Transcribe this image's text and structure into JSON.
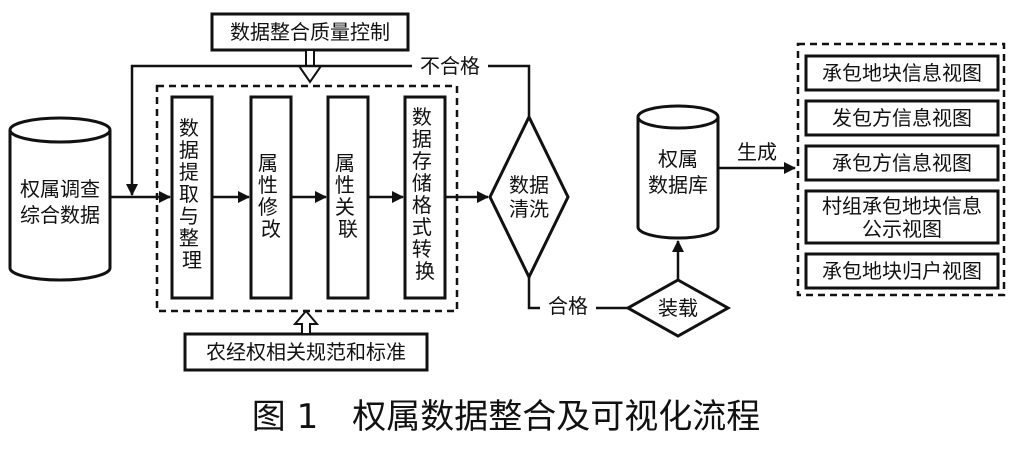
{
  "source": {
    "line1": "权属调查",
    "line2": "综合数据"
  },
  "quality_control": "数据整合质量控制",
  "standards": "农经权相关规范和标准",
  "steps": [
    {
      "label": "数据提取与整理"
    },
    {
      "label": "属性修改"
    },
    {
      "label": "属性关联"
    },
    {
      "label": "数据存储格式转换"
    }
  ],
  "cleaning": {
    "line1": "数据",
    "line2": "清洗"
  },
  "fail_label": "不合格",
  "pass_label": "合格",
  "loading": "装载",
  "database": {
    "line1": "权属",
    "line2": "数据库"
  },
  "generate_label": "生成",
  "views": [
    {
      "lines": [
        "承包地块信息视图"
      ]
    },
    {
      "lines": [
        "发包方信息视图"
      ]
    },
    {
      "lines": [
        "承包方信息视图"
      ]
    },
    {
      "lines": [
        "村组承包地块信息",
        "公示视图"
      ]
    },
    {
      "lines": [
        "承包地块归户视图"
      ]
    }
  ],
  "caption": "图 1　权属数据整合及可视化流程"
}
